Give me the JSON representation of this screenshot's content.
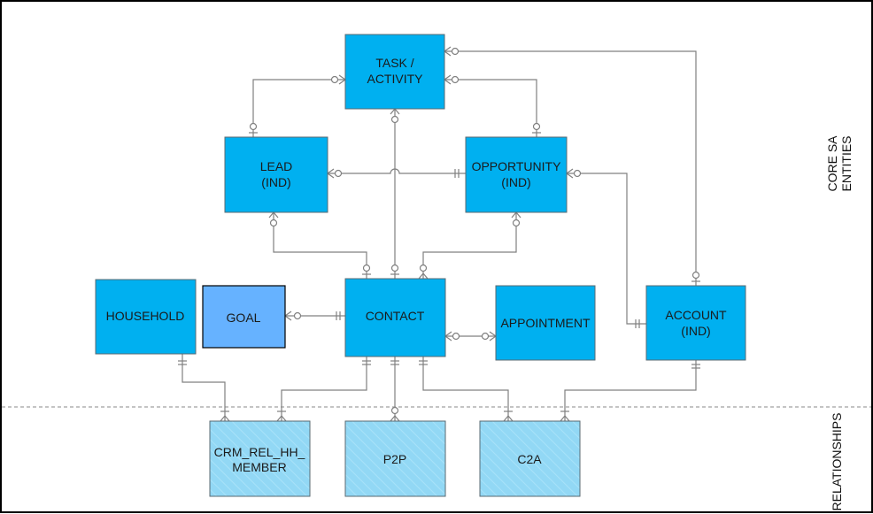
{
  "diagram": {
    "title": "CRM entity relationship diagram",
    "colors": {
      "core_entity": "#00b0f0",
      "goal_entity": "#66b2ff",
      "relationship_entity": "#92d8f5",
      "line": "#808080",
      "divider": "#a0a0a0"
    },
    "sections": {
      "core": "CORE SA ENTITIES",
      "core_line1": "CORE SA",
      "core_line2": "ENTITIES",
      "relationships": "RELATIONSHIPS"
    },
    "entities": {
      "task": {
        "line1": "TASK /",
        "line2": "ACTIVITY",
        "kind": "core"
      },
      "lead": {
        "line1": "LEAD",
        "line2": "(IND)",
        "kind": "core"
      },
      "opportunity": {
        "line1": "OPPORTUNITY",
        "line2": "(IND)",
        "kind": "core"
      },
      "household": {
        "line1": "HOUSEHOLD",
        "kind": "core"
      },
      "goal": {
        "line1": "GOAL",
        "kind": "goal"
      },
      "contact": {
        "line1": "CONTACT",
        "kind": "core"
      },
      "appointment": {
        "line1": "APPOINTMENT",
        "kind": "core"
      },
      "account": {
        "line1": "ACCOUNT",
        "line2": "(IND)",
        "kind": "core"
      },
      "crm_rel_hh_member": {
        "line1": "CRM_REL_HH_",
        "line2": "MEMBER",
        "kind": "relationship"
      },
      "p2p": {
        "line1": "P2P",
        "kind": "relationship"
      },
      "c2a": {
        "line1": "C2A",
        "kind": "relationship"
      }
    },
    "relationships": [
      {
        "from": "task",
        "to": "lead",
        "cardinality": "zero-or-many to zero-or-one"
      },
      {
        "from": "task",
        "to": "opportunity",
        "cardinality": "zero-or-many to zero-or-one"
      },
      {
        "from": "task",
        "to": "account",
        "cardinality": "zero-or-many to zero-or-one"
      },
      {
        "from": "task",
        "to": "contact",
        "cardinality": "zero-or-many to zero-or-one"
      },
      {
        "from": "lead",
        "to": "opportunity",
        "cardinality": "zero-or-many to exactly-one"
      },
      {
        "from": "lead",
        "to": "contact",
        "cardinality": "zero-or-many to zero-or-one"
      },
      {
        "from": "opportunity",
        "to": "contact",
        "cardinality": "zero-or-many to zero-or-many"
      },
      {
        "from": "opportunity",
        "to": "account",
        "cardinality": "zero-or-many to exactly-one"
      },
      {
        "from": "goal",
        "to": "contact",
        "cardinality": "zero-or-many to exactly-one"
      },
      {
        "from": "contact",
        "to": "appointment",
        "cardinality": "zero-or-many to zero-or-many"
      },
      {
        "from": "household",
        "to": "crm_rel_hh_member",
        "cardinality": "exactly-one to many"
      },
      {
        "from": "contact",
        "to": "crm_rel_hh_member",
        "cardinality": "exactly-one to many"
      },
      {
        "from": "contact",
        "to": "p2p",
        "cardinality": "exactly-one to zero-or-many"
      },
      {
        "from": "contact",
        "to": "c2a",
        "cardinality": "exactly-one to many"
      },
      {
        "from": "account",
        "to": "c2a",
        "cardinality": "exactly-one to many"
      }
    ]
  }
}
